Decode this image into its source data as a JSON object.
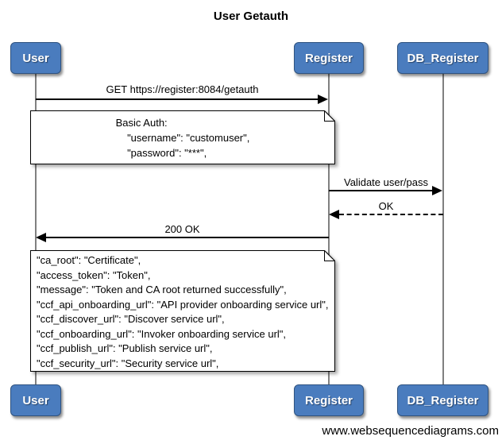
{
  "title": "User Getauth",
  "watermark": "www.websequencediagrams.com",
  "actors": [
    {
      "id": "user",
      "label": "User"
    },
    {
      "id": "register",
      "label": "Register"
    },
    {
      "id": "db_register",
      "label": "DB_Register"
    }
  ],
  "messages": [
    {
      "label": "GET https://register:8084/getauth",
      "from": "User",
      "to": "Register",
      "style": "solid"
    },
    {
      "label": "Validate user/pass",
      "from": "Register",
      "to": "DB_Register",
      "style": "solid"
    },
    {
      "label": "OK",
      "from": "DB_Register",
      "to": "Register",
      "style": "dashed"
    },
    {
      "label": "200 OK",
      "from": "Register",
      "to": "User",
      "style": "solid"
    }
  ],
  "notes": [
    {
      "lines": [
        "Basic Auth:",
        "    \"username\": \"customuser\",",
        "    \"password\": \"***\","
      ]
    },
    {
      "lines": [
        "\"ca_root\": \"Certificate\",",
        "\"access_token\": \"Token\",",
        "\"message\": \"Token and CA root returned successfully\",",
        "\"ccf_api_onboarding_url\": \"API provider onboarding service url\",",
        "\"ccf_discover_url\": \"Discover service url\",",
        "\"ccf_onboarding_url\": \"Invoker onboarding service url\",",
        "\"ccf_publish_url\": \"Publish service url\",",
        "\"ccf_security_url\": \"Security service url\","
      ]
    }
  ],
  "colors": {
    "actor_fill": "#4a7cbe",
    "actor_border": "#2f5380",
    "lifeline": "#808080",
    "arrow": "#000000",
    "note_bg": "#ffffff",
    "note_border": "#000000"
  }
}
